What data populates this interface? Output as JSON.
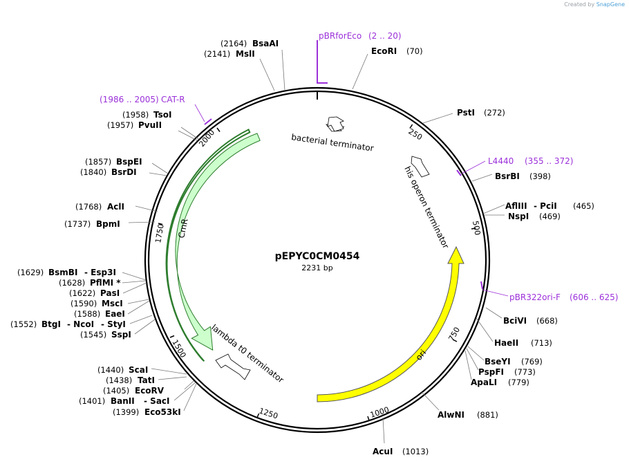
{
  "credit": {
    "created_by": "Created by",
    "brand": "SnapGene"
  },
  "plasmid": {
    "name": "pEPYC0CM0454",
    "size": "2231 bp"
  },
  "ticks": [
    "250",
    "500",
    "750",
    "1000",
    "1250",
    "1500",
    "1750",
    "2000"
  ],
  "features": {
    "cmr": "CmR",
    "ori": "ori",
    "bacterial_terminator": "bacterial terminator",
    "his_operon_terminator": "his operon terminator",
    "lambda_t0_terminator": "lambda t0 terminator"
  },
  "primers": [
    {
      "name": "pBRforEco",
      "range": "(2 .. 20)"
    },
    {
      "name": "CAT-R",
      "range": "(1986 .. 2005)"
    },
    {
      "name": "L4440",
      "range": "(355 .. 372)"
    },
    {
      "name": "pBR322ori-F",
      "range": "(606 .. 625)"
    }
  ],
  "sites": [
    {
      "name": "BsaAI",
      "pos": "(2164)"
    },
    {
      "name": "MslI",
      "pos": "(2141)"
    },
    {
      "name": "EcoRI",
      "pos": "(70)"
    },
    {
      "name": "PstI",
      "pos": "(272)"
    },
    {
      "name": "BsrBI",
      "pos": "(398)"
    },
    {
      "name": "AflIII",
      "pos": "(465)"
    },
    {
      "name": "PciI",
      "pos": ""
    },
    {
      "name": "NspI",
      "pos": "(469)"
    },
    {
      "name": "BciVI",
      "pos": "(668)"
    },
    {
      "name": "HaeII",
      "pos": "(713)"
    },
    {
      "name": "BseYI",
      "pos": "(769)"
    },
    {
      "name": "PspFI",
      "pos": "(773)"
    },
    {
      "name": "ApaLI",
      "pos": "(779)"
    },
    {
      "name": "AlwNI",
      "pos": "(881)"
    },
    {
      "name": "AcuI",
      "pos": "(1013)"
    },
    {
      "name": "TsoI",
      "pos": "(1958)"
    },
    {
      "name": "PvuII",
      "pos": "(1957)"
    },
    {
      "name": "BspEI",
      "pos": "(1857)"
    },
    {
      "name": "BsrDI",
      "pos": "(1840)"
    },
    {
      "name": "AclI",
      "pos": "(1768)"
    },
    {
      "name": "BpmI",
      "pos": "(1737)"
    },
    {
      "name": "BsmBI",
      "pos": "(1629)"
    },
    {
      "name": "Esp3I",
      "pos": ""
    },
    {
      "name": "PflMI *",
      "pos": "(1628)"
    },
    {
      "name": "PasI",
      "pos": "(1622)"
    },
    {
      "name": "MscI",
      "pos": "(1590)"
    },
    {
      "name": "EaeI",
      "pos": "(1588)"
    },
    {
      "name": "BtgI",
      "pos": "(1552)"
    },
    {
      "name": "NcoI",
      "pos": ""
    },
    {
      "name": "StyI",
      "pos": ""
    },
    {
      "name": "SspI",
      "pos": "(1545)"
    },
    {
      "name": "ScaI",
      "pos": "(1440)"
    },
    {
      "name": "TatI",
      "pos": "(1438)"
    },
    {
      "name": "EcoRV",
      "pos": "(1405)"
    },
    {
      "name": "BanII",
      "pos": "(1401)"
    },
    {
      "name": "SacI",
      "pos": ""
    },
    {
      "name": "Eco53kI",
      "pos": "(1399)"
    }
  ],
  "colors": {
    "primer": "#9b30d9",
    "cmr_fill": "#ccffcc",
    "cmr_stroke": "#2e7d2e",
    "ori_fill": "#ffff00",
    "terminator_fill": "#ffffff"
  }
}
